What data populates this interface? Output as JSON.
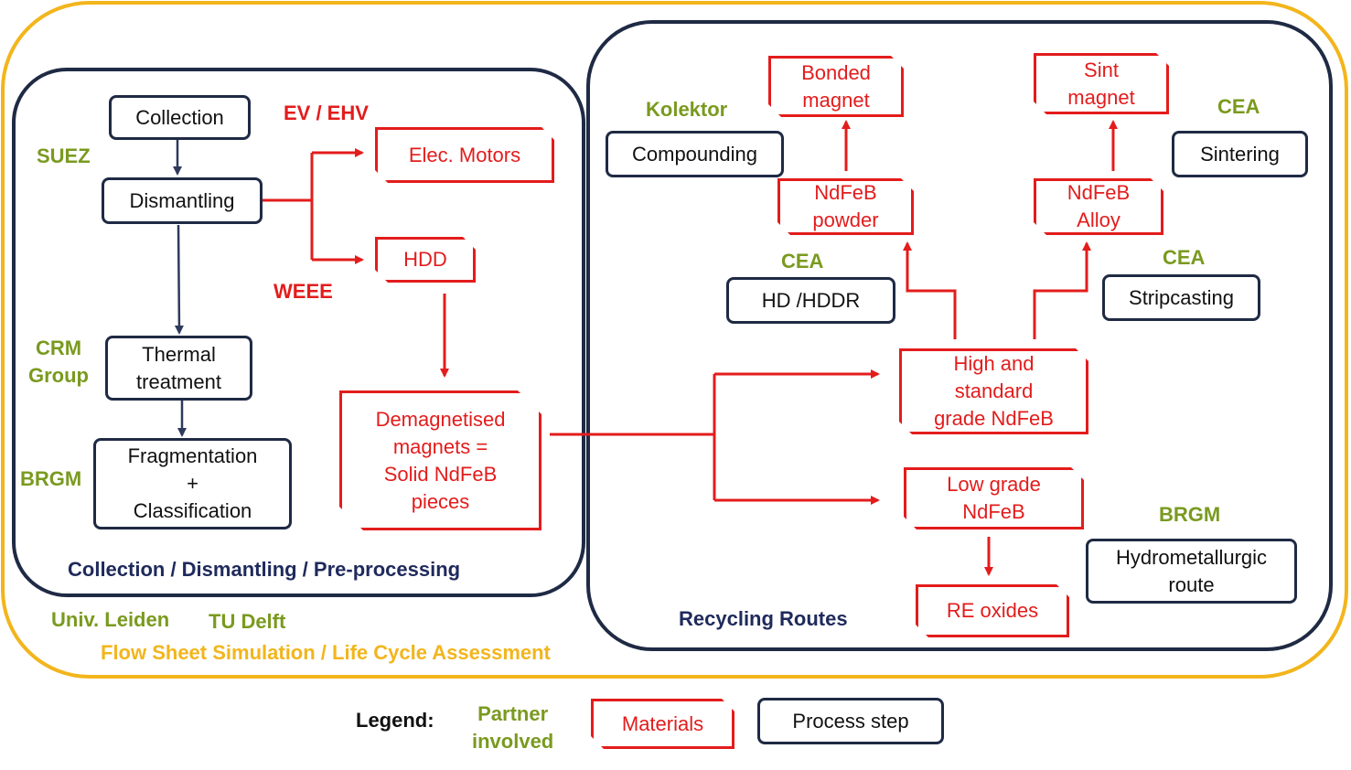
{
  "colors": {
    "outer_frame": "#f2b51c",
    "process_border": "#1f2a44",
    "material": "#e31c1c",
    "partner": "#7a9a1f",
    "area_label": "#1f2a5c"
  },
  "collection": {
    "area_label": "Collection / Dismantling / Pre-processing",
    "steps": {
      "collection": "Collection",
      "dismantling": "Dismantling",
      "thermal": [
        "Thermal",
        "treatment"
      ],
      "fragmentation": [
        "Fragmentation",
        "+",
        "Classification"
      ]
    },
    "partners": {
      "suez": "SUEZ",
      "crm": [
        "CRM",
        "Group"
      ],
      "brgm": "BRGM"
    },
    "sources": {
      "ev": "EV / EHV",
      "weee": "WEEE"
    },
    "materials": {
      "motors": "Elec. Motors",
      "hdd": "HDD",
      "demagnetised": [
        "Demagnetised",
        "magnets =",
        "Solid NdFeB",
        "pieces"
      ]
    }
  },
  "recycling": {
    "area_label": "Recycling Routes",
    "steps": {
      "compounding": "Compounding",
      "sintering": "Sintering",
      "hd_hddr": "HD /HDDR",
      "stripcasting": "Stripcasting",
      "hydrometallurgic": [
        "Hydrometallurgic",
        "route"
      ]
    },
    "partners": {
      "kolektor": "Kolektor",
      "cea_sintering": "CEA",
      "cea_hddr": "CEA",
      "cea_stripcasting": "CEA",
      "brgm": "BRGM"
    },
    "materials": {
      "bonded": [
        "Bonded",
        "magnet"
      ],
      "sint": [
        "Sint",
        "magnet"
      ],
      "powder": [
        "NdFeB",
        "powder"
      ],
      "alloy": [
        "NdFeB",
        "Alloy"
      ],
      "high_grade": [
        "High and",
        "standard",
        "grade NdFeB"
      ],
      "low_grade": [
        "Low grade",
        "NdFeB"
      ],
      "re_oxides": "RE oxides"
    }
  },
  "assessment": {
    "partners": {
      "leiden": "Univ. Leiden",
      "delft": "TU Delft"
    },
    "area_label": "Flow Sheet Simulation / Life Cycle Assessment"
  },
  "legend": {
    "title": "Legend:",
    "partner": [
      "Partner",
      "involved"
    ],
    "materials": "Materials",
    "process": "Process step"
  }
}
